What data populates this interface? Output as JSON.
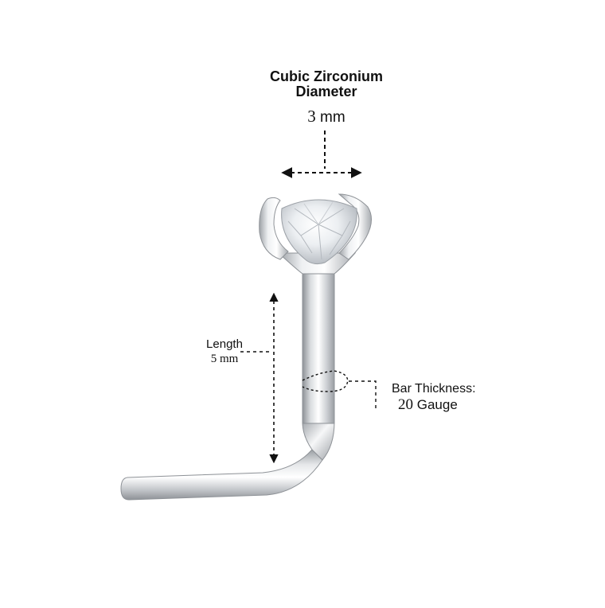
{
  "title": {
    "line1": "Cubic Zirconium",
    "line2": "Diameter"
  },
  "diameter": {
    "value": "3",
    "unit": "mm"
  },
  "length": {
    "label": "Length",
    "value": "5 mm"
  },
  "bar_thickness": {
    "label": "Bar Thickness:",
    "value": "20",
    "unit": "Gauge"
  },
  "colors": {
    "metal_light": "#f4f5f6",
    "metal_mid": "#c9ccd0",
    "metal_dark": "#8e9297",
    "annotation": "#111111"
  },
  "icons": {
    "product": "l-shaped-nose-stud-icon",
    "gem": "cubic-zirconia-gem-icon"
  }
}
